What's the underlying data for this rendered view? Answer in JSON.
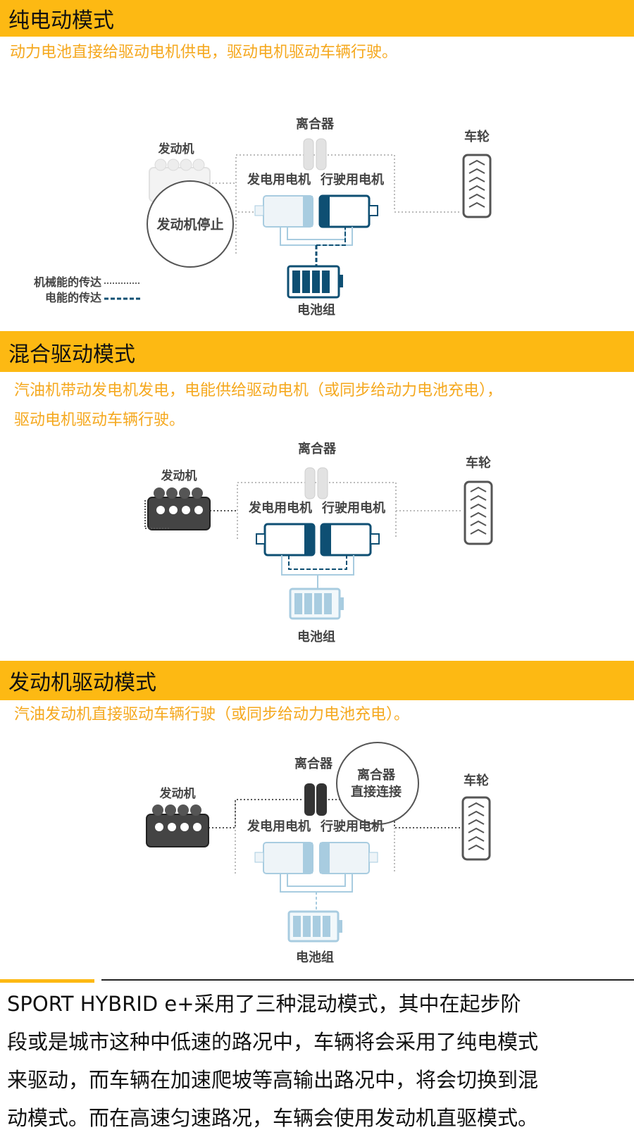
{
  "sections": [
    {
      "title": "纯电动模式",
      "desc_lines": [
        "动力电池直接给驱动电机供电，驱动电机驱动车辆行驶。"
      ],
      "diagram": {
        "clutch": "离合器",
        "engine": "发动机",
        "wheel": "车轮",
        "gen_motor": "发电用电机",
        "drive_motor": "行驶用电机",
        "battery": "电池组",
        "callout": "发动机停止",
        "legend_mech": "机械能的传达",
        "legend_elec": "电能的传达"
      }
    },
    {
      "title": "混合驱动模式",
      "desc_lines": [
        "汽油机带动发电机发电，电能供给驱动电机（或同步给动力电池充电），",
        "驱动电机驱动车辆行驶。"
      ],
      "diagram": {
        "clutch": "离合器",
        "engine": "发动机",
        "wheel": "车轮",
        "gen_motor": "发电用电机",
        "drive_motor": "行驶用电机",
        "battery": "电池组"
      }
    },
    {
      "title": "发动机驱动模式",
      "desc_lines": [
        "汽油发动机直接驱动车辆行驶（或同步给动力电池充电）。"
      ],
      "diagram": {
        "clutch": "离合器",
        "engine": "发动机",
        "wheel": "车轮",
        "gen_motor": "发电用电机",
        "drive_motor": "行驶用电机",
        "battery": "电池组",
        "callout_line1": "离合器",
        "callout_line2": "直接连接"
      }
    }
  ],
  "summary_lines": [
    " SPORT HYBRID e+采用了三种混动模式，其中在起步阶",
    "段或是城市这种中低速的路况中，车辆将会采用了纯电模式",
    "来驱动，而车辆在加速爬坡等高输出路况中，将会切换到混",
    "动模式。而在高速匀速路况，车辆会使用发动机直驱模式。"
  ],
  "colors": {
    "banner": "#FDB913",
    "desc_text": "#F5A81E",
    "active_blue": "#0E4F73",
    "light_blue": "#A8CCE0",
    "gray": "#555555"
  },
  "icons": [
    "engine-icon",
    "clutch-icon",
    "motor-icon",
    "battery-icon",
    "wheel-icon"
  ]
}
